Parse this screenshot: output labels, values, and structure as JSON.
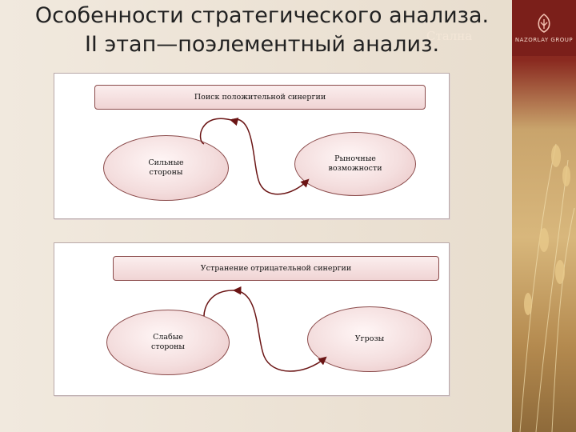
{
  "title": {
    "line1": "Особенности стратегического анализа.",
    "line2": "II этап—поэлементный анализ.",
    "ghost": "Стална"
  },
  "logo": {
    "text": "NAZORLAY GROUP"
  },
  "diagram1": {
    "banner": "Поиск положительной синергии",
    "left": "Сильные стороны",
    "right": "Рыночные возможности"
  },
  "diagram2": {
    "banner": "Устранение отрицательной синергии",
    "left": "Слабые стороны",
    "right": "Угрозы"
  },
  "colors": {
    "accent": "#7b1f1a",
    "arrow": "#6b1515"
  }
}
